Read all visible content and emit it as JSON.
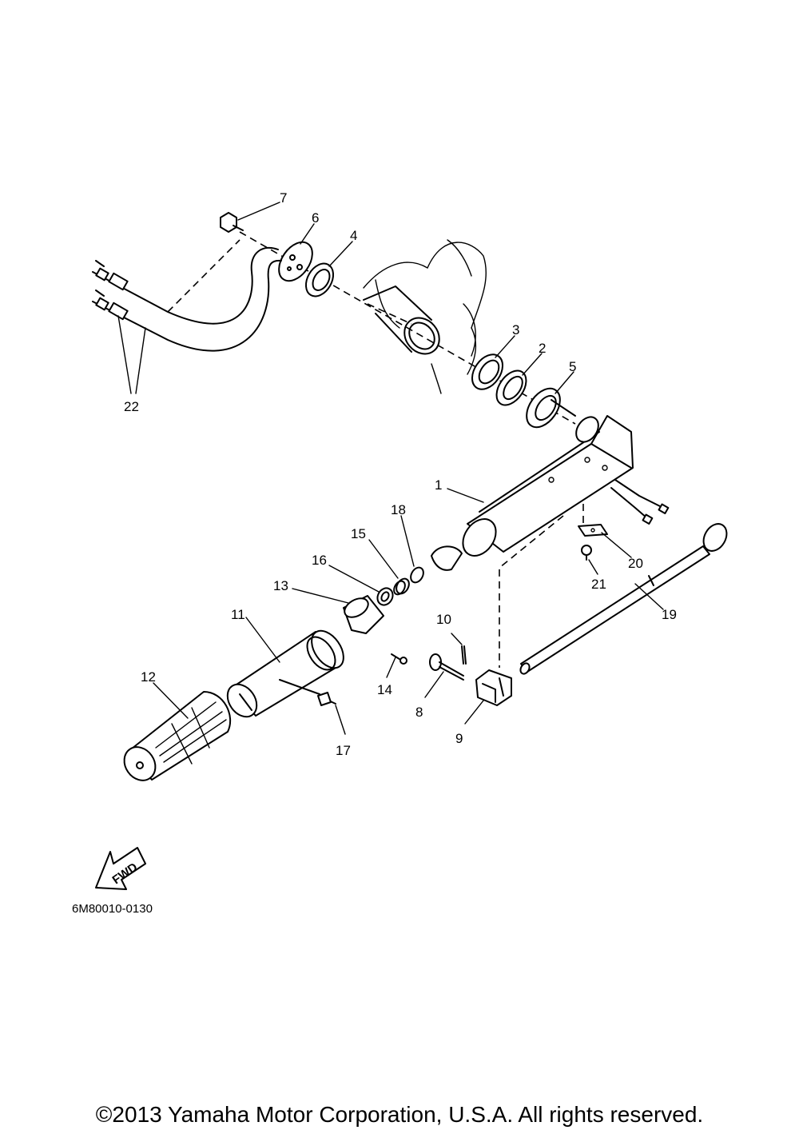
{
  "diagram": {
    "part_labels": [
      "7",
      "6",
      "4",
      "3",
      "2",
      "5",
      "22",
      "1",
      "18",
      "15",
      "16",
      "13",
      "11",
      "12",
      "14",
      "17",
      "10",
      "8",
      "9",
      "20",
      "21",
      "19"
    ],
    "fwd_label": "FWD",
    "diagram_code": "6M80010-0130"
  },
  "footer": {
    "copyright": "©2013 Yamaha Motor Corporation, U.S.A. All rights reserved."
  }
}
